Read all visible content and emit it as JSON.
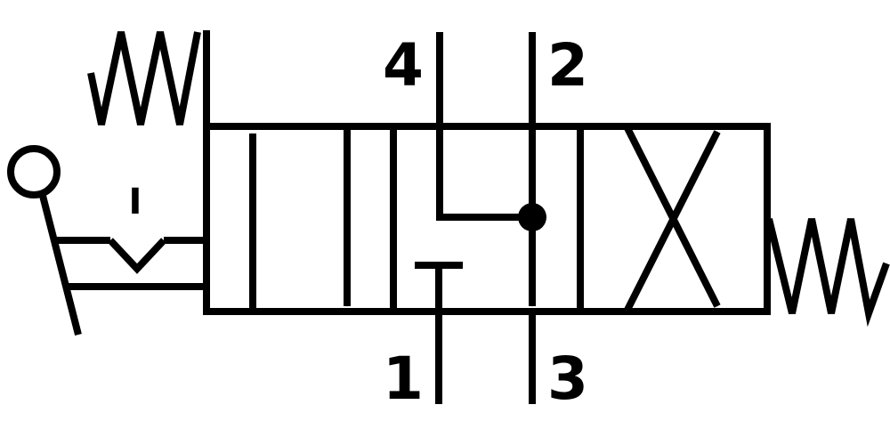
{
  "diagram": {
    "ports": {
      "port_a": "4",
      "port_b": "2",
      "port_p": "1",
      "port_t": "3"
    },
    "detent_mark": "I",
    "line_color": "#000000",
    "background_color": "#ffffff"
  }
}
